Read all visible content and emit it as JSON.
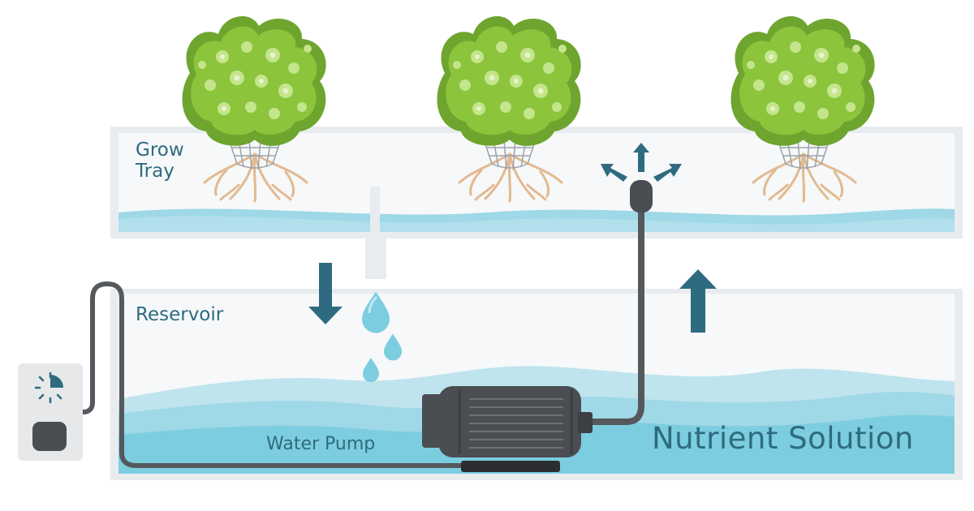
{
  "labels": {
    "grow_tray_line1": "Grow",
    "grow_tray_line2": "Tray",
    "reservoir": "Reservoir",
    "water_pump": "Water Pump",
    "nutrient_solution": "Nutrient Solution"
  },
  "colors": {
    "label_text": "#2f6b80",
    "arrow": "#2f6b80",
    "water_light": "#bfe4ee",
    "water_mid": "#9fd8e6",
    "water_deep": "#7ccde0",
    "tank_wall": "#e9ecef",
    "foliage": "#8cc43c",
    "roots": "#e3b98f",
    "pump_body": "#4a4d51",
    "cable": "#55585c"
  },
  "icons": {
    "timer": "timer-icon",
    "plant": "plant-icon",
    "drop": "water-drop-icon",
    "down_arrow": "down-arrow-icon",
    "up_arrow": "up-arrow-icon"
  }
}
